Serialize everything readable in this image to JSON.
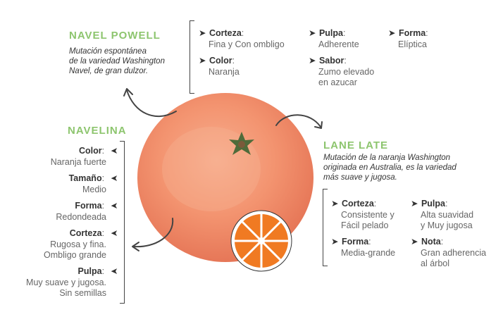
{
  "navel_powell": {
    "title": "NAVEL POWELL",
    "description": [
      "Mutación espontánea",
      "de la variedad Washington",
      "Navel, de gran dulzor."
    ],
    "attributes": [
      {
        "label": "Corteza",
        "colon": ":",
        "value": [
          "Fina y Con ombligo"
        ]
      },
      {
        "label": "Color",
        "colon": ":",
        "value": [
          "Naranja"
        ]
      },
      {
        "label": "Pulpa",
        "colon": ":",
        "value": [
          "Adherente"
        ]
      },
      {
        "label": "Sabor",
        "colon": ":",
        "value": [
          "Zumo elevado",
          "en azucar"
        ]
      },
      {
        "label": "Forma",
        "colon": ":",
        "value": [
          "Elíptica"
        ]
      }
    ]
  },
  "navelina": {
    "title": "NAVELINA",
    "attributes": [
      {
        "label": "Color",
        "colon": ":",
        "value": [
          "Naranja fuerte"
        ]
      },
      {
        "label": "Tamaño",
        "colon": ":",
        "value": [
          "Medio"
        ]
      },
      {
        "label": "Forma",
        "colon": ":",
        "value": [
          "Redondeada"
        ]
      },
      {
        "label": "Corteza",
        "colon": ":",
        "value": [
          "Rugosa y fina.",
          "Ombligo grande"
        ]
      },
      {
        "label": "Pulpa",
        "colon": ":",
        "value": [
          "Muy suave y jugosa.",
          "Sin semillas"
        ]
      }
    ]
  },
  "lane_late": {
    "title": "LANE LATE",
    "description": [
      "Mutación de la naranja Washington",
      "originada en Australia, es la variedad",
      "más suave y jugosa."
    ],
    "attributes": [
      {
        "label": "Corteza",
        "colon": ":",
        "value": [
          "Consistente y",
          "Fácil pelado"
        ]
      },
      {
        "label": "Pulpa",
        "colon": ":",
        "value": [
          "Alta suavidad",
          "y Muy jugosa"
        ]
      },
      {
        "label": "Forma",
        "colon": ":",
        "value": [
          "Media-grande"
        ]
      },
      {
        "label": "Nota",
        "colon": ":",
        "value": [
          "Gran adherencia",
          "al árbol"
        ]
      }
    ]
  },
  "colors": {
    "accent_green": "#8dc56e",
    "orange_fruit": "#f08a5d",
    "orange_slice": "#f07a22",
    "text_dark": "#333333",
    "text_muted": "#666666"
  },
  "icons": {
    "bullet": "pointer-arrow-icon"
  }
}
